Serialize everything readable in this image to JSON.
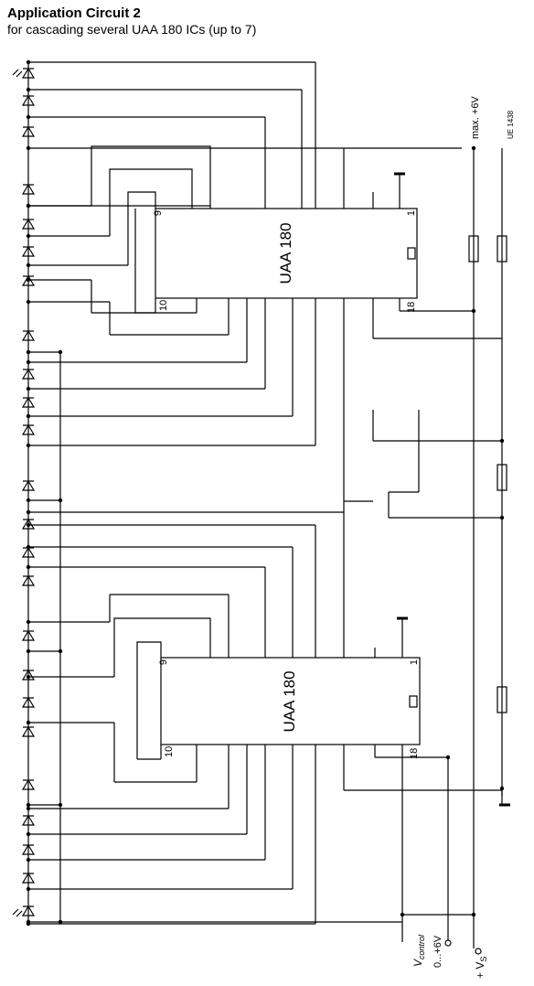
{
  "title": "Application Circuit 2",
  "subtitle": "for cascading several UAA 180 ICs (up to 7)",
  "ic_top": {
    "name": "UAA 180",
    "pin_9": "9",
    "pin_10": "10",
    "pin_1": "1",
    "pin_18": "18"
  },
  "ic_bottom": {
    "name": "UAA 180",
    "pin_9": "9",
    "pin_10": "10",
    "pin_1": "1",
    "pin_18": "18"
  },
  "supply_label": "max. +6V",
  "ref_code": "UE 1438",
  "vcontrol_label": "V",
  "vcontrol_sub": "control",
  "vcontrol_range": "0...+6V",
  "vs_label": "+ V",
  "vs_sub": "S"
}
